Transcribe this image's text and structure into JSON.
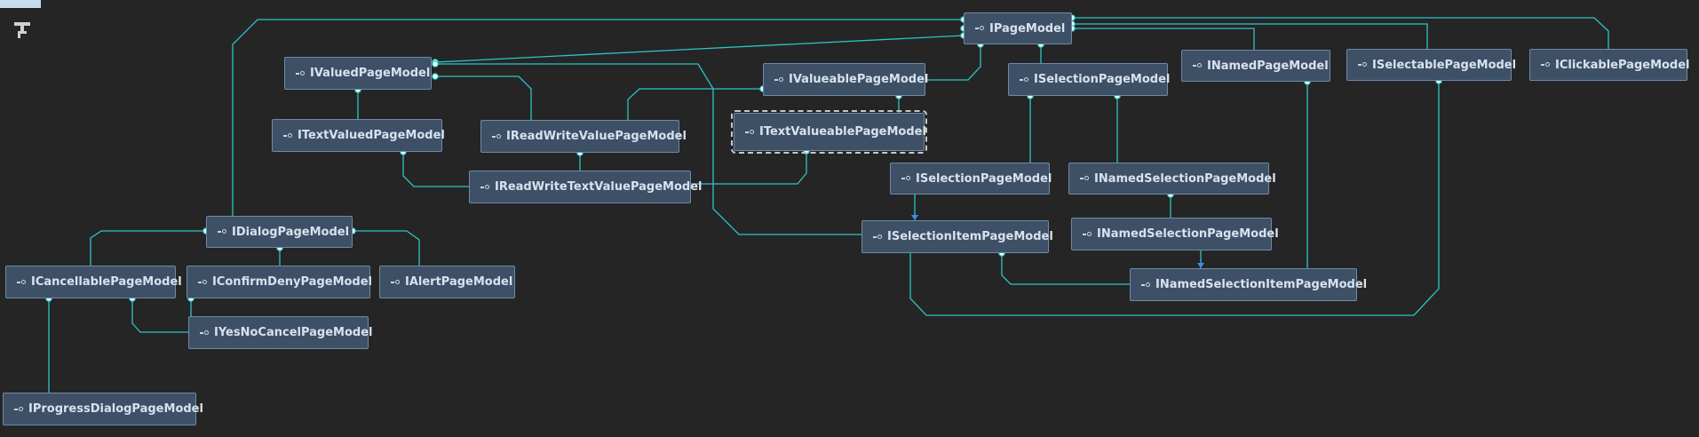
{
  "diagram": {
    "colors": {
      "background": "#252526",
      "node_fill": "#3d5066",
      "node_border": "#6f8aa6",
      "edge": "#2ec4c4",
      "edge_arrow": "#3a8ee6",
      "text": "#d8e2ee"
    },
    "toolbar": {
      "icon": "hierarchy-layout-icon"
    },
    "nodes": [
      {
        "id": "IPageModel",
        "label": "IPageModel"
      },
      {
        "id": "IValuedPageModel",
        "label": "IValuedPageModel"
      },
      {
        "id": "IValueablePageModel",
        "label": "IValueablePageModel"
      },
      {
        "id": "ISelectionPageModel",
        "label": "ISelectionPageModel"
      },
      {
        "id": "INamedPageModel",
        "label": "INamedPageModel"
      },
      {
        "id": "ISelectablePageModel",
        "label": "ISelectablePageModel"
      },
      {
        "id": "IClickablePageModel",
        "label": "IClickablePageModel"
      },
      {
        "id": "ITextValuedPageModel",
        "label": "ITextValuedPageModel"
      },
      {
        "id": "IReadWriteValuePageModel",
        "label": "IReadWriteValuePageModel"
      },
      {
        "id": "ITextValueablePageModel",
        "label": "ITextValueablePageModel",
        "selected": true
      },
      {
        "id": "IReadWriteTextValuePageModel",
        "label": "IReadWriteTextValuePageModel"
      },
      {
        "id": "ISelectionPageModel2",
        "label": "ISelectionPageModel"
      },
      {
        "id": "INamedSelectionPageModel",
        "label": "INamedSelectionPageModel"
      },
      {
        "id": "ISelectionItemPageModel",
        "label": "ISelectionItemPageModel"
      },
      {
        "id": "INamedSelectionPageModel2",
        "label": "INamedSelectionPageModel"
      },
      {
        "id": "INamedSelectionItemPageModel",
        "label": "INamedSelectionItemPageModel"
      },
      {
        "id": "IDialogPageModel",
        "label": "IDialogPageModel"
      },
      {
        "id": "ICancellablePageModel",
        "label": "ICancellablePageModel"
      },
      {
        "id": "IConfirmDenyPageModel",
        "label": "IConfirmDenyPageModel"
      },
      {
        "id": "IAlertPageModel",
        "label": "IAlertPageModel"
      },
      {
        "id": "IYesNoCancelPageModel",
        "label": "IYesNoCancelPageModel"
      },
      {
        "id": "IProgressDialogPageModel",
        "label": "IProgressDialogPageModel"
      }
    ],
    "edges": [
      {
        "from": "IDialogPageModel",
        "to": "IPageModel"
      },
      {
        "from": "IValuedPageModel",
        "to": "IPageModel"
      },
      {
        "from": "IValueablePageModel",
        "to": "IPageModel"
      },
      {
        "from": "ISelectionPageModel",
        "to": "IPageModel"
      },
      {
        "from": "INamedPageModel",
        "to": "IPageModel"
      },
      {
        "from": "ISelectablePageModel",
        "to": "IPageModel"
      },
      {
        "from": "IClickablePageModel",
        "to": "IPageModel"
      },
      {
        "from": "ITextValuedPageModel",
        "to": "IValuedPageModel"
      },
      {
        "from": "IReadWriteValuePageModel",
        "to": "IValuedPageModel"
      },
      {
        "from": "ISelectionItemPageModel",
        "to": "IValuedPageModel"
      },
      {
        "from": "IReadWriteValuePageModel",
        "to": "IValueablePageModel"
      },
      {
        "from": "ITextValueablePageModel",
        "to": "IValueablePageModel"
      },
      {
        "from": "IReadWriteTextValuePageModel",
        "to": "IReadWriteValuePageModel"
      },
      {
        "from": "IReadWriteTextValuePageModel",
        "to": "ITextValuedPageModel"
      },
      {
        "from": "IReadWriteTextValuePageModel",
        "to": "ITextValueablePageModel"
      },
      {
        "from": "ISelectionPageModel2",
        "to": "ISelectionPageModel"
      },
      {
        "from": "INamedSelectionPageModel",
        "to": "ISelectionPageModel"
      },
      {
        "from": "ISelectionPageModel2",
        "to": "ISelectionItemPageModel",
        "arrow": true
      },
      {
        "from": "INamedSelectionPageModel",
        "to": "INamedSelectionPageModel2"
      },
      {
        "from": "INamedSelectionPageModel2",
        "to": "INamedSelectionItemPageModel",
        "arrow": true
      },
      {
        "from": "INamedSelectionItemPageModel",
        "to": "ISelectionItemPageModel"
      },
      {
        "from": "INamedSelectionItemPageModel",
        "to": "INamedPageModel"
      },
      {
        "from": "ISelectionItemPageModel",
        "to": "ISelectablePageModel"
      },
      {
        "from": "ICancellablePageModel",
        "to": "IDialogPageModel"
      },
      {
        "from": "IConfirmDenyPageModel",
        "to": "IDialogPageModel"
      },
      {
        "from": "IAlertPageModel",
        "to": "IDialogPageModel"
      },
      {
        "from": "IYesNoCancelPageModel",
        "to": "ICancellablePageModel"
      },
      {
        "from": "IYesNoCancelPageModel",
        "to": "IConfirmDenyPageModel"
      },
      {
        "from": "IProgressDialogPageModel",
        "to": "ICancellablePageModel"
      }
    ]
  }
}
